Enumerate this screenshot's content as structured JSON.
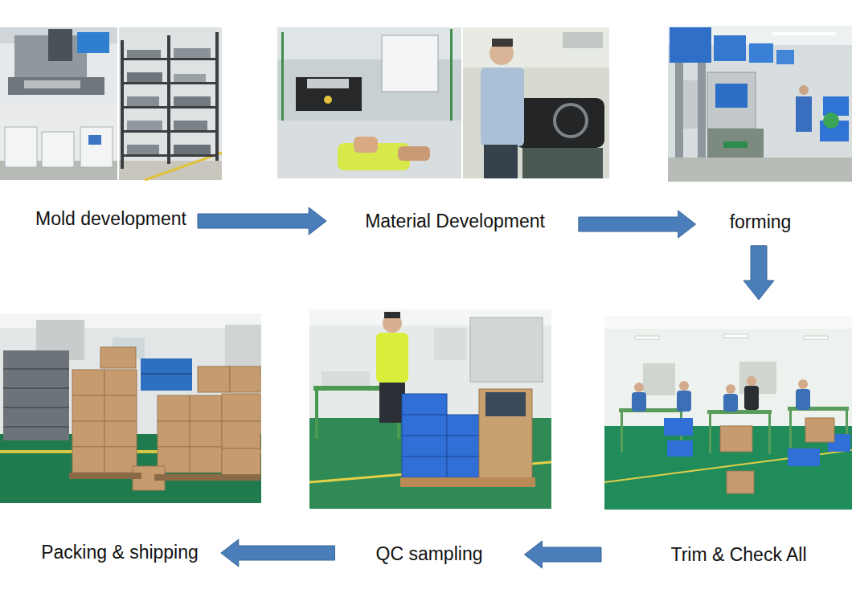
{
  "diagram": {
    "nodes": [
      {
        "text": [
          "Mold development"
        ]
      },
      {
        "text": [
          "Material Development"
        ]
      },
      {
        "text": [
          "forming"
        ]
      },
      {
        "text": [
          "Trim & Check All"
        ]
      },
      {
        "text": [
          "QC sampling"
        ]
      },
      {
        "text": [
          "Packing & shipping"
        ]
      }
    ],
    "edges": [
      {
        "from": 0,
        "to": 1,
        "arrow": "to"
      },
      {
        "from": 1,
        "to": 2,
        "arrow": "to"
      },
      {
        "from": 2,
        "to": 3,
        "arrow": "to"
      },
      {
        "from": 3,
        "to": 4,
        "arrow": "to"
      },
      {
        "from": 4,
        "to": 5,
        "arrow": "to"
      }
    ]
  }
}
